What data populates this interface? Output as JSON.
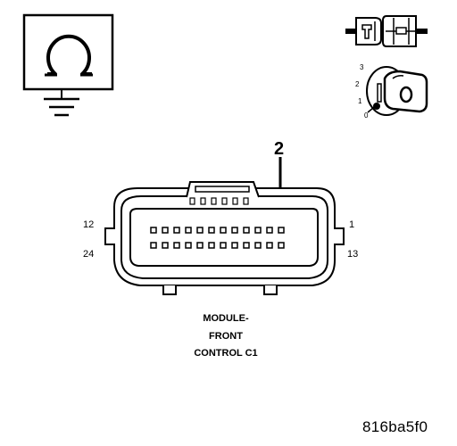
{
  "callout": {
    "pin": "2"
  },
  "pin_labels": {
    "top_left": "12",
    "bottom_left": "24",
    "top_right": "1",
    "bottom_right": "13"
  },
  "connector_name": {
    "line1": "MODULE-",
    "line2": "FRONT",
    "line3": "CONTROL C1"
  },
  "key_positions": [
    "3",
    "2",
    "1",
    "0"
  ],
  "figure_code": "816ba5f0",
  "icons": {
    "meter": "ohmmeter-icon",
    "ground": "ground-icon",
    "connector": "connector-plug-icon",
    "ignition": "ignition-key-icon"
  }
}
